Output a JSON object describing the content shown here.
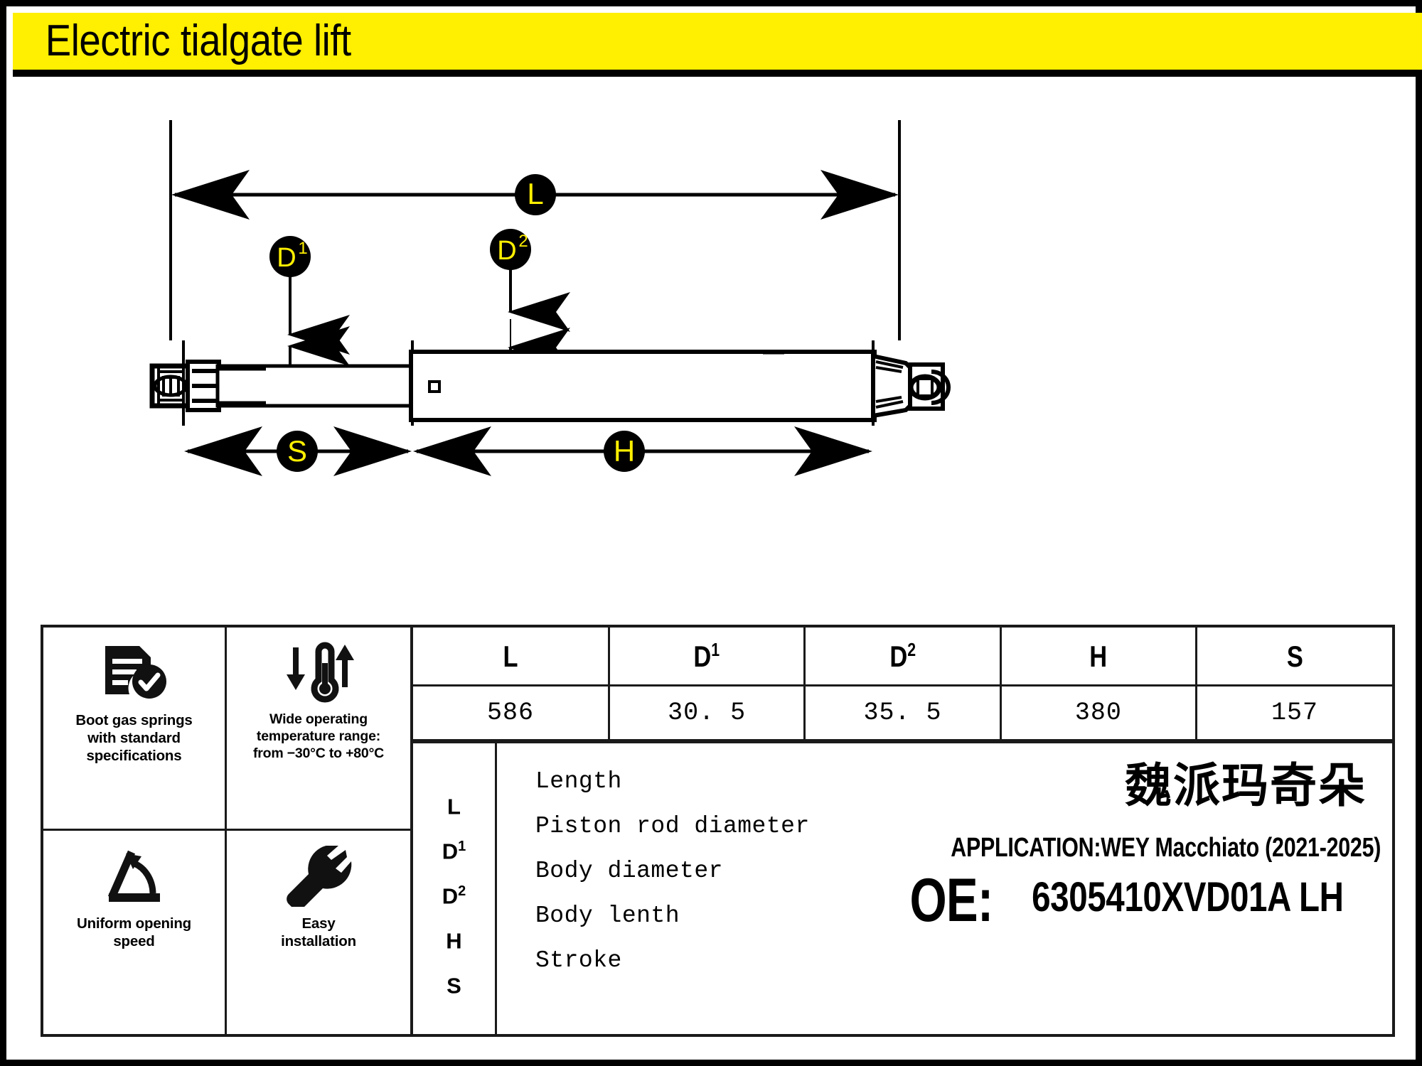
{
  "title": "Electric tialgate lift",
  "theme": {
    "banner_bg": "#ffef00",
    "badge_bg": "#000000",
    "badge_text": "#ffef00",
    "line": "#000000"
  },
  "diagram": {
    "badges": [
      {
        "id": "L",
        "label": "L",
        "sup": ""
      },
      {
        "id": "D1",
        "label": "D",
        "sup": "1"
      },
      {
        "id": "D2",
        "label": "D",
        "sup": "2"
      },
      {
        "id": "H",
        "label": "H",
        "sup": ""
      },
      {
        "id": "S",
        "label": "S",
        "sup": ""
      }
    ]
  },
  "features": [
    {
      "icon": "document-check-icon",
      "label": "Boot gas springs\nwith standard\nspecifications"
    },
    {
      "icon": "thermometer-range-icon",
      "label": "Wide operating\ntemperature range:\nfrom −30°C to +80°C"
    },
    {
      "icon": "opening-angle-icon",
      "label": "Uniform opening\nspeed"
    },
    {
      "icon": "wrench-icon",
      "label": "Easy\ninstallation"
    }
  ],
  "dimension_table": {
    "headers": [
      {
        "label": "L",
        "sup": ""
      },
      {
        "label": "D",
        "sup": "1"
      },
      {
        "label": "D",
        "sup": "2"
      },
      {
        "label": "H",
        "sup": ""
      },
      {
        "label": "S",
        "sup": ""
      }
    ],
    "values": [
      "586",
      "30. 5",
      "35. 5",
      "380",
      "157"
    ]
  },
  "legend": [
    {
      "symbol": "L",
      "sup": "",
      "definition": "Length"
    },
    {
      "symbol": "D",
      "sup": "1",
      "definition": "Piston rod diameter"
    },
    {
      "symbol": "D",
      "sup": "2",
      "definition": "Body diameter"
    },
    {
      "symbol": "H",
      "sup": "",
      "definition": "Body lenth"
    },
    {
      "symbol": "S",
      "sup": "",
      "definition": "Stroke"
    }
  ],
  "product": {
    "brand_cn": "魏派玛奇朵",
    "application": "APPLICATION:WEY Macchiato (2021-2025)",
    "oe_label": "OE:",
    "oe_value": "6305410XVD01A  LH"
  }
}
